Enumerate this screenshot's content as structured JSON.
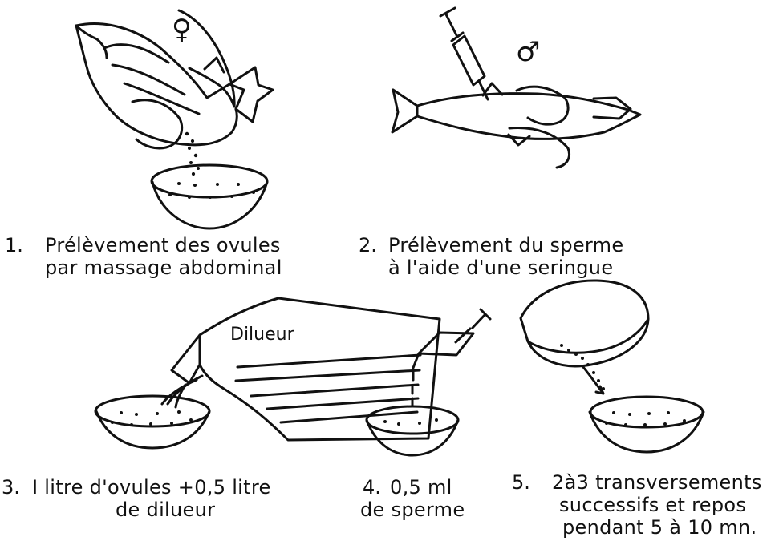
{
  "steps": [
    {
      "number": "1.",
      "line1": "Prélèvement des ovules",
      "line2": "par massage abdominal",
      "symbol": "♀"
    },
    {
      "number": "2.",
      "line1": "Prélèvement du sperme",
      "line2": "à l'aide d'une seringue",
      "symbol": "♂"
    },
    {
      "number": "3.",
      "line1": "I litre d'ovules +0,5 litre",
      "line2": "de dilueur",
      "bottle_label": "Dilueur"
    },
    {
      "number": "4.",
      "line1": "0,5 ml",
      "line2": "de sperme"
    },
    {
      "number": "5.",
      "line1": "2à3 transversements",
      "line2": "successifs et repos",
      "line3": "pendant 5 à 10 mn."
    }
  ]
}
